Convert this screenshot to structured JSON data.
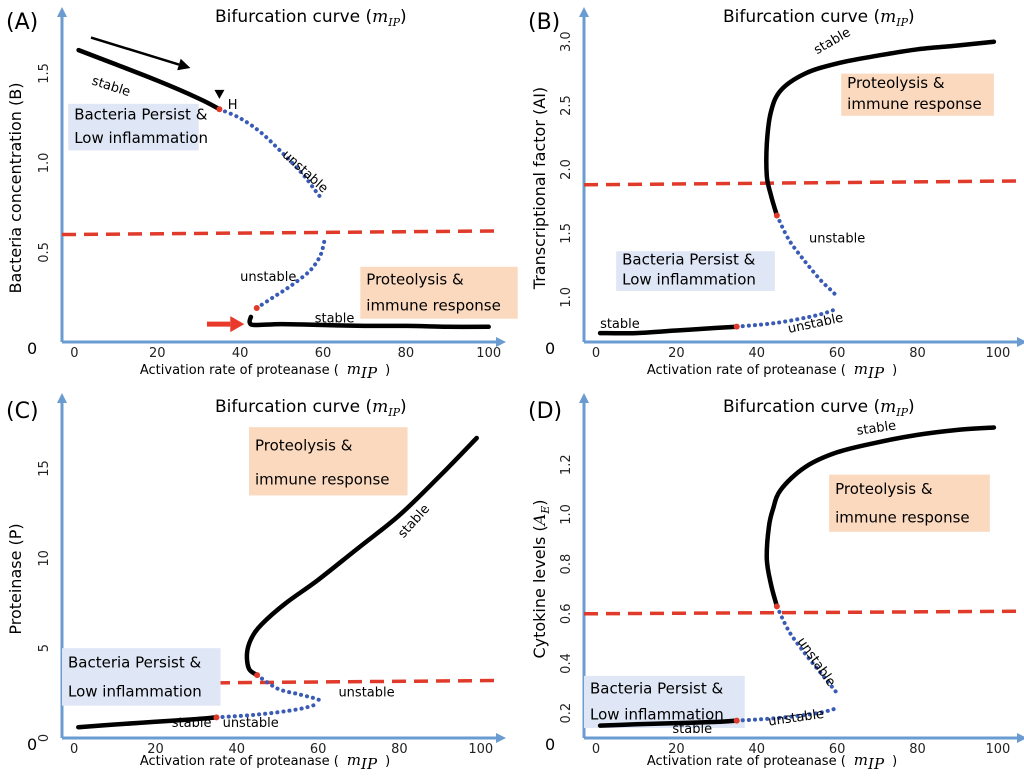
{
  "colors": {
    "axis": "#6a9bd1",
    "stable": "#000000",
    "unstable": "#3a5bb5",
    "threshold": "#e03a2a",
    "bifurcation_point": "#e03a2a",
    "arrow_red": "#e8392b",
    "box_blue": "#dfe6f5",
    "box_orange": "#fad9bf"
  },
  "shared": {
    "title_prefix": "Bifurcation curve (",
    "title_math": "m",
    "title_sub": "IP",
    "title_suffix": ")",
    "xlabel_text": "Activation rate of proteanase (",
    "xlabel_math": "m",
    "xlabel_sub": "IP",
    "xlabel_suffix": ")",
    "origin_label": "0",
    "x_ticks": [
      0,
      20,
      40,
      60,
      80,
      100
    ]
  },
  "chart_data": [
    {
      "panel": "(A)",
      "type": "line",
      "ylabel": "Bacteria concentration (B)",
      "xlim": [
        -3,
        102
      ],
      "ylim": [
        0,
        1.72
      ],
      "y_ticks": [
        0.5,
        1.0,
        1.5
      ],
      "y_tick_labels": [
        "0.5",
        "1.0",
        "1.5"
      ],
      "threshold": {
        "x": [
          -3,
          102
        ],
        "y": [
          0.6,
          0.62
        ]
      },
      "series": [
        {
          "style": "stable",
          "x": [
            1,
            10,
            20,
            30,
            35
          ],
          "y": [
            1.63,
            1.55,
            1.46,
            1.36,
            1.3
          ]
        },
        {
          "style": "unstable",
          "x": [
            35,
            40,
            45,
            50,
            55,
            58,
            60
          ],
          "y": [
            1.3,
            1.25,
            1.17,
            1.06,
            0.94,
            0.85,
            0.79
          ]
        },
        {
          "style": "unstable",
          "x": [
            44,
            48,
            52,
            56,
            58,
            59.5,
            60.3
          ],
          "y": [
            0.19,
            0.25,
            0.31,
            0.38,
            0.43,
            0.49,
            0.56
          ]
        },
        {
          "style": "stable",
          "x": [
            42.6,
            42.3,
            43.5,
            50,
            60,
            70,
            80,
            90,
            100
          ],
          "y": [
            0.14,
            0.11,
            0.095,
            0.1,
            0.095,
            0.09,
            0.09,
            0.085,
            0.085
          ]
        }
      ],
      "bifurcation_points": [
        {
          "x": 35,
          "y": 1.3
        },
        {
          "x": 44,
          "y": 0.19
        }
      ],
      "annotations": [
        {
          "text": "stable",
          "x": 4,
          "y": 1.44,
          "rotate": 18
        },
        {
          "text": "unstable",
          "x": 50,
          "y": 1.04,
          "rotate": 42
        },
        {
          "text": "unstable",
          "x": 40,
          "y": 0.34,
          "rotate": 0
        },
        {
          "text": "stable",
          "x": 58,
          "y": 0.11,
          "rotate": 0
        },
        {
          "text": "H",
          "x": 37,
          "y": 1.3,
          "rotate": 0
        }
      ],
      "boxes": [
        {
          "theme": "blue",
          "lines": [
            "Bacteria Persist &",
            "Low inflammation"
          ],
          "x": -1.5,
          "y": 1.33,
          "x2": 30,
          "y2": 1.07
        },
        {
          "theme": "orange",
          "lines": [
            "Proteolysis &",
            "immune response"
          ],
          "x": 69,
          "y": 0.42,
          "x2": 107,
          "y2": 0.13
        }
      ],
      "arrows": [
        {
          "color": "black",
          "from": [
            4,
            1.7
          ],
          "to": [
            28,
            1.53
          ]
        },
        {
          "color": "red",
          "from": [
            32,
            0.1
          ],
          "to": [
            41,
            0.1
          ]
        }
      ],
      "markers": [
        {
          "shape": "triangle-down",
          "x": 35,
          "y": 1.38
        }
      ]
    },
    {
      "panel": "(B)",
      "type": "line",
      "ylabel": "Transcriptional factor (AI)",
      "xlim": [
        -3,
        105
      ],
      "ylim": [
        0.65,
        3.06
      ],
      "y_ticks": [
        1.0,
        1.5,
        2.0,
        2.5,
        3.0
      ],
      "y_tick_labels": [
        "1.0",
        "1.5",
        "2.0",
        "2.5",
        "3.0"
      ],
      "threshold": {
        "x": [
          -3,
          105
        ],
        "y": [
          1.88,
          1.91
        ]
      },
      "series": [
        {
          "style": "stable",
          "x": [
            1,
            10,
            20,
            30,
            35
          ],
          "y": [
            0.72,
            0.72,
            0.74,
            0.76,
            0.77
          ]
        },
        {
          "style": "unstable",
          "x": [
            35,
            45,
            55,
            60
          ],
          "y": [
            0.77,
            0.8,
            0.86,
            0.91
          ]
        },
        {
          "style": "unstable",
          "x": [
            45,
            48,
            52,
            56,
            59,
            60
          ],
          "y": [
            1.64,
            1.45,
            1.28,
            1.13,
            1.04,
            1.0
          ]
        },
        {
          "style": "stable",
          "x": [
            45,
            43.5,
            42.5,
            42.5,
            43.5,
            46,
            52,
            60,
            70,
            80,
            90,
            99
          ],
          "y": [
            1.64,
            1.8,
            1.95,
            2.2,
            2.45,
            2.62,
            2.75,
            2.83,
            2.89,
            2.94,
            2.97,
            3.0
          ]
        }
      ],
      "bifurcation_points": [
        {
          "x": 35,
          "y": 0.77
        },
        {
          "x": 45,
          "y": 1.64
        }
      ],
      "annotations": [
        {
          "text": "stable",
          "x": 55,
          "y": 2.9,
          "rotate": -30
        },
        {
          "text": "unstable",
          "x": 53,
          "y": 1.43,
          "rotate": 0
        },
        {
          "text": "stable",
          "x": 1,
          "y": 0.76,
          "rotate": 0
        },
        {
          "text": "unstable",
          "x": 48,
          "y": 0.72,
          "rotate": -12
        }
      ],
      "boxes": [
        {
          "theme": "orange",
          "lines": [
            "Proteolysis &",
            "immune response"
          ],
          "x": 61,
          "y": 2.75,
          "x2": 99,
          "y2": 2.42
        },
        {
          "theme": "blue",
          "lines": [
            "Bacteria Persist &",
            "Low inflammation"
          ],
          "x": 5,
          "y": 1.36,
          "x2": 44.5,
          "y2": 1.05
        }
      ],
      "arrows": [],
      "markers": []
    },
    {
      "panel": "(C)",
      "type": "line",
      "ylabel": "Proteinase (P)",
      "xlim": [
        -3,
        104
      ],
      "ylim": [
        0,
        17.7
      ],
      "y_ticks": [
        0,
        5,
        10,
        15
      ],
      "y_tick_labels": [
        "0",
        "5",
        "10",
        "15"
      ],
      "threshold": {
        "x": [
          -3,
          104
        ],
        "y": [
          3.0,
          3.2
        ]
      },
      "series": [
        {
          "style": "stable",
          "x": [
            1,
            10,
            20,
            30,
            35
          ],
          "y": [
            0.6,
            0.75,
            0.9,
            1.05,
            1.15
          ]
        },
        {
          "style": "unstable",
          "x": [
            35,
            45,
            55,
            60
          ],
          "y": [
            1.15,
            1.3,
            1.6,
            1.9
          ]
        },
        {
          "style": "unstable",
          "x": [
            45,
            50,
            55,
            58.5,
            60.5
          ],
          "y": [
            3.5,
            2.75,
            2.45,
            2.25,
            2.1
          ]
        },
        {
          "style": "stable",
          "x": [
            45,
            43,
            42.5,
            43.5,
            46,
            52,
            60,
            70,
            80,
            90,
            99
          ],
          "y": [
            3.5,
            3.85,
            4.7,
            5.5,
            6.3,
            7.5,
            8.8,
            10.6,
            12.4,
            14.6,
            16.7
          ]
        }
      ],
      "bifurcation_points": [
        {
          "x": 35,
          "y": 1.15
        },
        {
          "x": 45,
          "y": 3.5
        }
      ],
      "annotations": [
        {
          "text": "stable",
          "x": 81,
          "y": 11.1,
          "rotate": -48
        },
        {
          "text": "unstable",
          "x": 65,
          "y": 2.3,
          "rotate": 0
        },
        {
          "text": "stable",
          "x": 24,
          "y": 0.6,
          "rotate": 0
        },
        {
          "text": "unstable",
          "x": 36.5,
          "y": 0.6,
          "rotate": 0
        }
      ],
      "boxes": [
        {
          "theme": "orange",
          "lines": [
            "Proteolysis &",
            "immune response"
          ],
          "x": 43,
          "y": 17.3,
          "x2": 82,
          "y2": 13.5
        },
        {
          "theme": "blue",
          "lines": [
            "Bacteria Persist &",
            "Low inflammation"
          ],
          "x": -3,
          "y": 5.0,
          "x2": 36,
          "y2": 1.8
        }
      ],
      "arrows": [],
      "markers": []
    },
    {
      "panel": "(D)",
      "type": "line",
      "ylabel": "Cytokine levels (",
      "ylabel_math": "A",
      "ylabel_sub": "E",
      "ylabel_suffix": ")",
      "xlim": [
        -3,
        105
      ],
      "ylim": [
        0.1,
        1.38
      ],
      "y_ticks": [
        0.2,
        0.4,
        0.6,
        0.8,
        1.0,
        1.2
      ],
      "y_tick_labels": [
        "0.2",
        "0.4",
        "0.6",
        "0.8",
        "1.0",
        "1.2"
      ],
      "threshold": {
        "x": [
          -3,
          105
        ],
        "y": [
          0.6,
          0.61
        ]
      },
      "series": [
        {
          "style": "stable",
          "x": [
            1,
            10,
            20,
            30,
            35
          ],
          "y": [
            0.15,
            0.155,
            0.16,
            0.165,
            0.17
          ]
        },
        {
          "style": "unstable",
          "x": [
            35,
            45,
            55,
            60
          ],
          "y": [
            0.17,
            0.18,
            0.2,
            0.22
          ]
        },
        {
          "style": "unstable",
          "x": [
            45,
            48,
            52,
            56,
            59,
            60
          ],
          "y": [
            0.63,
            0.53,
            0.44,
            0.36,
            0.3,
            0.28
          ]
        },
        {
          "style": "stable",
          "x": [
            45,
            43.5,
            42.5,
            43,
            44,
            46,
            52,
            60,
            70,
            80,
            90,
            99
          ],
          "y": [
            0.63,
            0.72,
            0.82,
            0.95,
            1.02,
            1.1,
            1.19,
            1.25,
            1.29,
            1.32,
            1.34,
            1.35
          ]
        }
      ],
      "bifurcation_points": [
        {
          "x": 35,
          "y": 0.17
        },
        {
          "x": 45,
          "y": 0.63
        }
      ],
      "annotations": [
        {
          "text": "stable",
          "x": 65,
          "y": 1.32,
          "rotate": -8
        },
        {
          "text": "unstable",
          "x": 50,
          "y": 0.49,
          "rotate": 55
        },
        {
          "text": "stable",
          "x": 19,
          "y": 0.12,
          "rotate": 0
        },
        {
          "text": "unstable",
          "x": 43,
          "y": 0.15,
          "rotate": -8
        }
      ],
      "boxes": [
        {
          "theme": "orange",
          "lines": [
            "Proteolysis &",
            "immune response"
          ],
          "x": 58,
          "y": 1.16,
          "x2": 98,
          "y2": 0.93
        },
        {
          "theme": "blue",
          "lines": [
            "Bacteria Persist &",
            "Low inflammation"
          ],
          "x": -3,
          "y": 0.35,
          "x2": 37,
          "y2": 0.14
        }
      ],
      "arrows": [],
      "markers": []
    }
  ]
}
